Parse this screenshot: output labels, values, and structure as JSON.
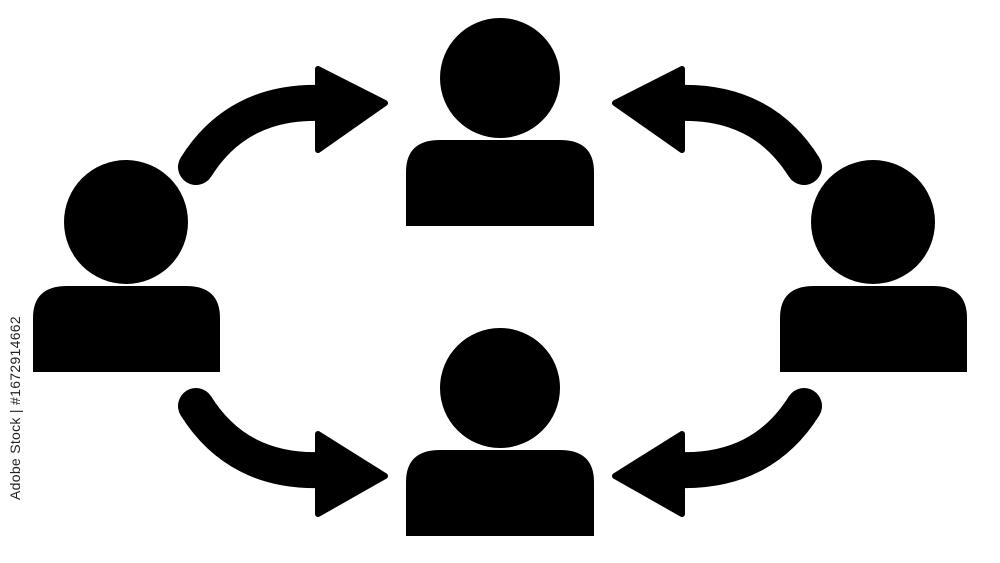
{
  "diagram": {
    "type": "cycle",
    "nodes": [
      {
        "id": "person-top",
        "icon": "person-icon"
      },
      {
        "id": "person-right",
        "icon": "person-icon"
      },
      {
        "id": "person-bottom",
        "icon": "person-icon"
      },
      {
        "id": "person-left",
        "icon": "person-icon"
      }
    ],
    "edges": [
      {
        "from": "person-left",
        "to": "person-top",
        "icon": "curved-arrow-icon"
      },
      {
        "from": "person-right",
        "to": "person-top",
        "icon": "curved-arrow-icon"
      },
      {
        "from": "person-left",
        "to": "person-bottom",
        "icon": "curved-arrow-icon"
      },
      {
        "from": "person-right",
        "to": "person-bottom",
        "icon": "curved-arrow-icon"
      }
    ],
    "colors": {
      "icon": "#000000",
      "background": "#ffffff"
    }
  },
  "watermark": {
    "brand": "Adobe Stock",
    "id_text": "Adobe Stock | #1672914662"
  }
}
